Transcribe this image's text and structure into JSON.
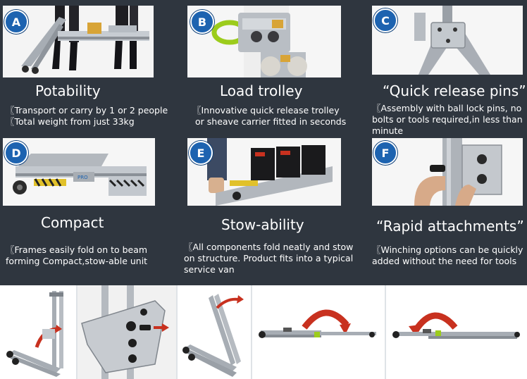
{
  "features": [
    {
      "badge": "A",
      "title": "Potability",
      "lines": [
        "〖Transport or carry by 1 or 2 people",
        "〖Total weight from just 33kg"
      ]
    },
    {
      "badge": "B",
      "title": "Load trolley",
      "lines": [
        "〖Innovative quick release trolley",
        "or sheave carrier fitted in seconds"
      ]
    },
    {
      "badge": "C",
      "title": "“Quick release pins”",
      "lines": [
        "〖Assembly with ball lock pins, no",
        "bolts or tools required,in less than",
        "minute"
      ]
    },
    {
      "badge": "D",
      "title": "Compact",
      "lines": [
        "〖Frames easily fold on to beam",
        "forming Compact,stow-able unit"
      ]
    },
    {
      "badge": "E",
      "title": "Stow-ability",
      "lines": [
        "〖All components fold neatly and stow",
        "on structure. Product fits into a typical",
        "service van"
      ]
    },
    {
      "badge": "F",
      "title": "“Rapid attachments”",
      "lines": [
        "〖Winching options can be quickly",
        "added without the need for tools"
      ]
    }
  ],
  "colors": {
    "background": "#2f363f",
    "badge": "#1d63b0",
    "arrow_red": "#c8311f",
    "trolley_green": "#9ccc1c"
  },
  "strip_icons": [
    "folding-step-1-icon",
    "pin-plate-closeup-icon",
    "folding-step-2-icon",
    "fold-arrow-beam-icon",
    "folded-beam-arrow-icon"
  ]
}
